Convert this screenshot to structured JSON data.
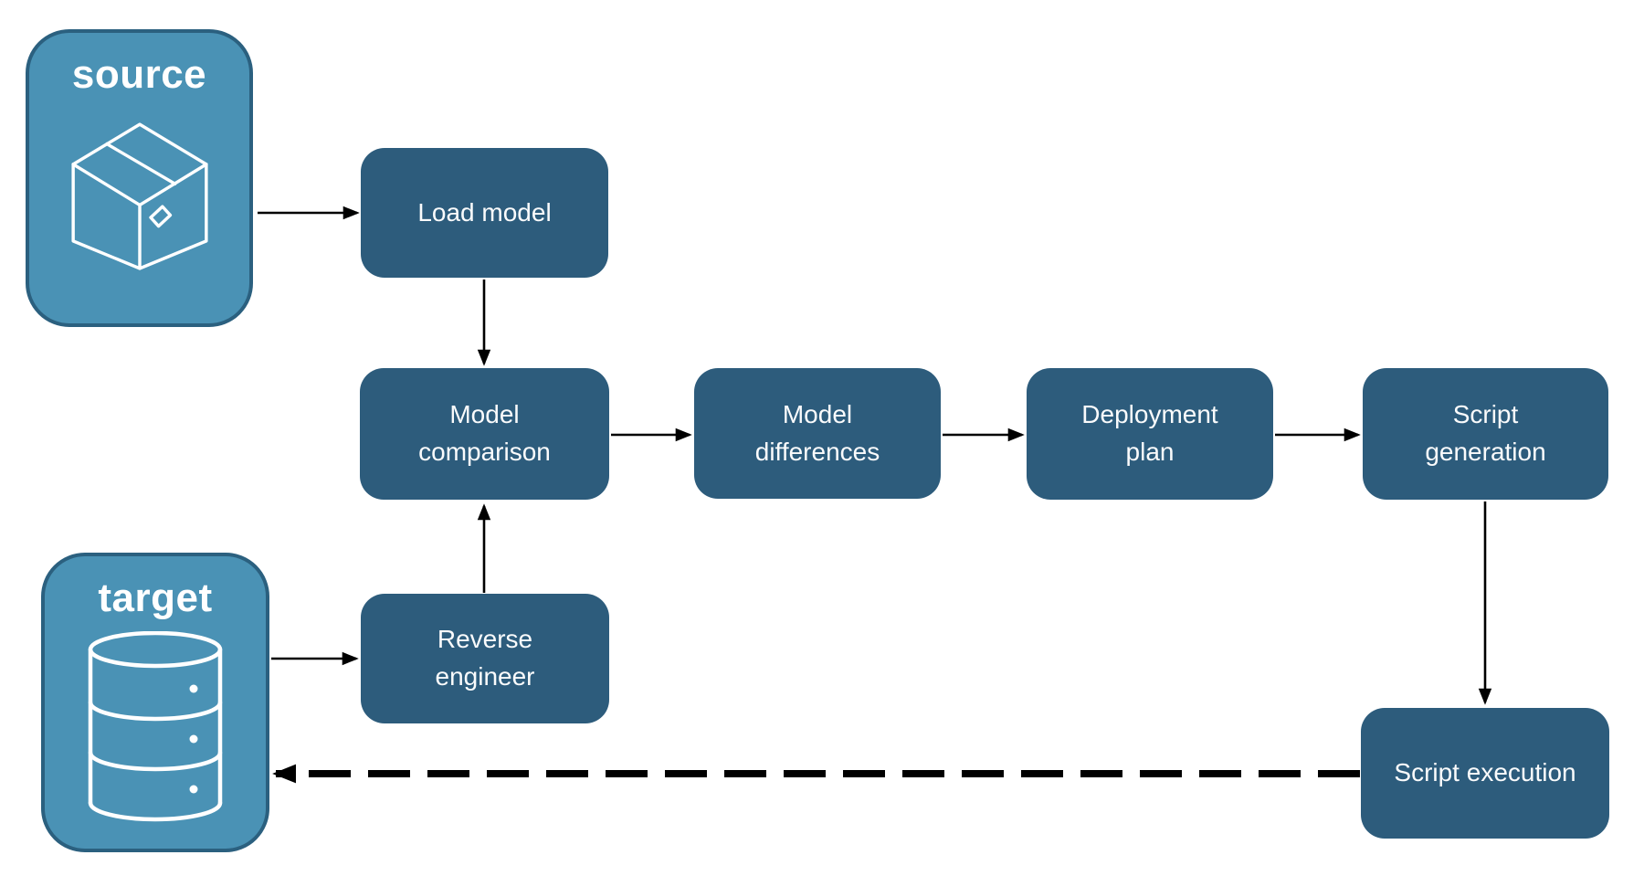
{
  "diagram": {
    "colors": {
      "node_fill": "#2d5c7c",
      "node_text": "#fafbfc",
      "group_fill": "#4a92b5",
      "group_border": "#2b607f",
      "group_text": "#ffffff",
      "arrow": "#000000",
      "background": "#ffffff"
    },
    "groups": [
      {
        "id": "source",
        "label": "source",
        "icon": "package-icon"
      },
      {
        "id": "target",
        "label": "target",
        "icon": "database-icon"
      }
    ],
    "nodes": [
      {
        "id": "load-model",
        "label": "Load model"
      },
      {
        "id": "model-comparison",
        "label": "Model comparison"
      },
      {
        "id": "model-differences",
        "label": "Model differences"
      },
      {
        "id": "deployment-plan",
        "label": "Deployment plan"
      },
      {
        "id": "script-generation",
        "label": "Script generation"
      },
      {
        "id": "reverse-engineer",
        "label": "Reverse engineer"
      },
      {
        "id": "script-execution",
        "label": "Script execution"
      }
    ],
    "edges": [
      {
        "from": "source",
        "to": "load-model",
        "style": "solid"
      },
      {
        "from": "load-model",
        "to": "model-comparison",
        "style": "solid"
      },
      {
        "from": "model-comparison",
        "to": "model-differences",
        "style": "solid"
      },
      {
        "from": "model-differences",
        "to": "deployment-plan",
        "style": "solid"
      },
      {
        "from": "deployment-plan",
        "to": "script-generation",
        "style": "solid"
      },
      {
        "from": "reverse-engineer",
        "to": "model-comparison",
        "style": "solid"
      },
      {
        "from": "target",
        "to": "reverse-engineer",
        "style": "solid"
      },
      {
        "from": "script-generation",
        "to": "script-execution",
        "style": "solid"
      },
      {
        "from": "script-execution",
        "to": "target",
        "style": "dashed"
      }
    ]
  }
}
